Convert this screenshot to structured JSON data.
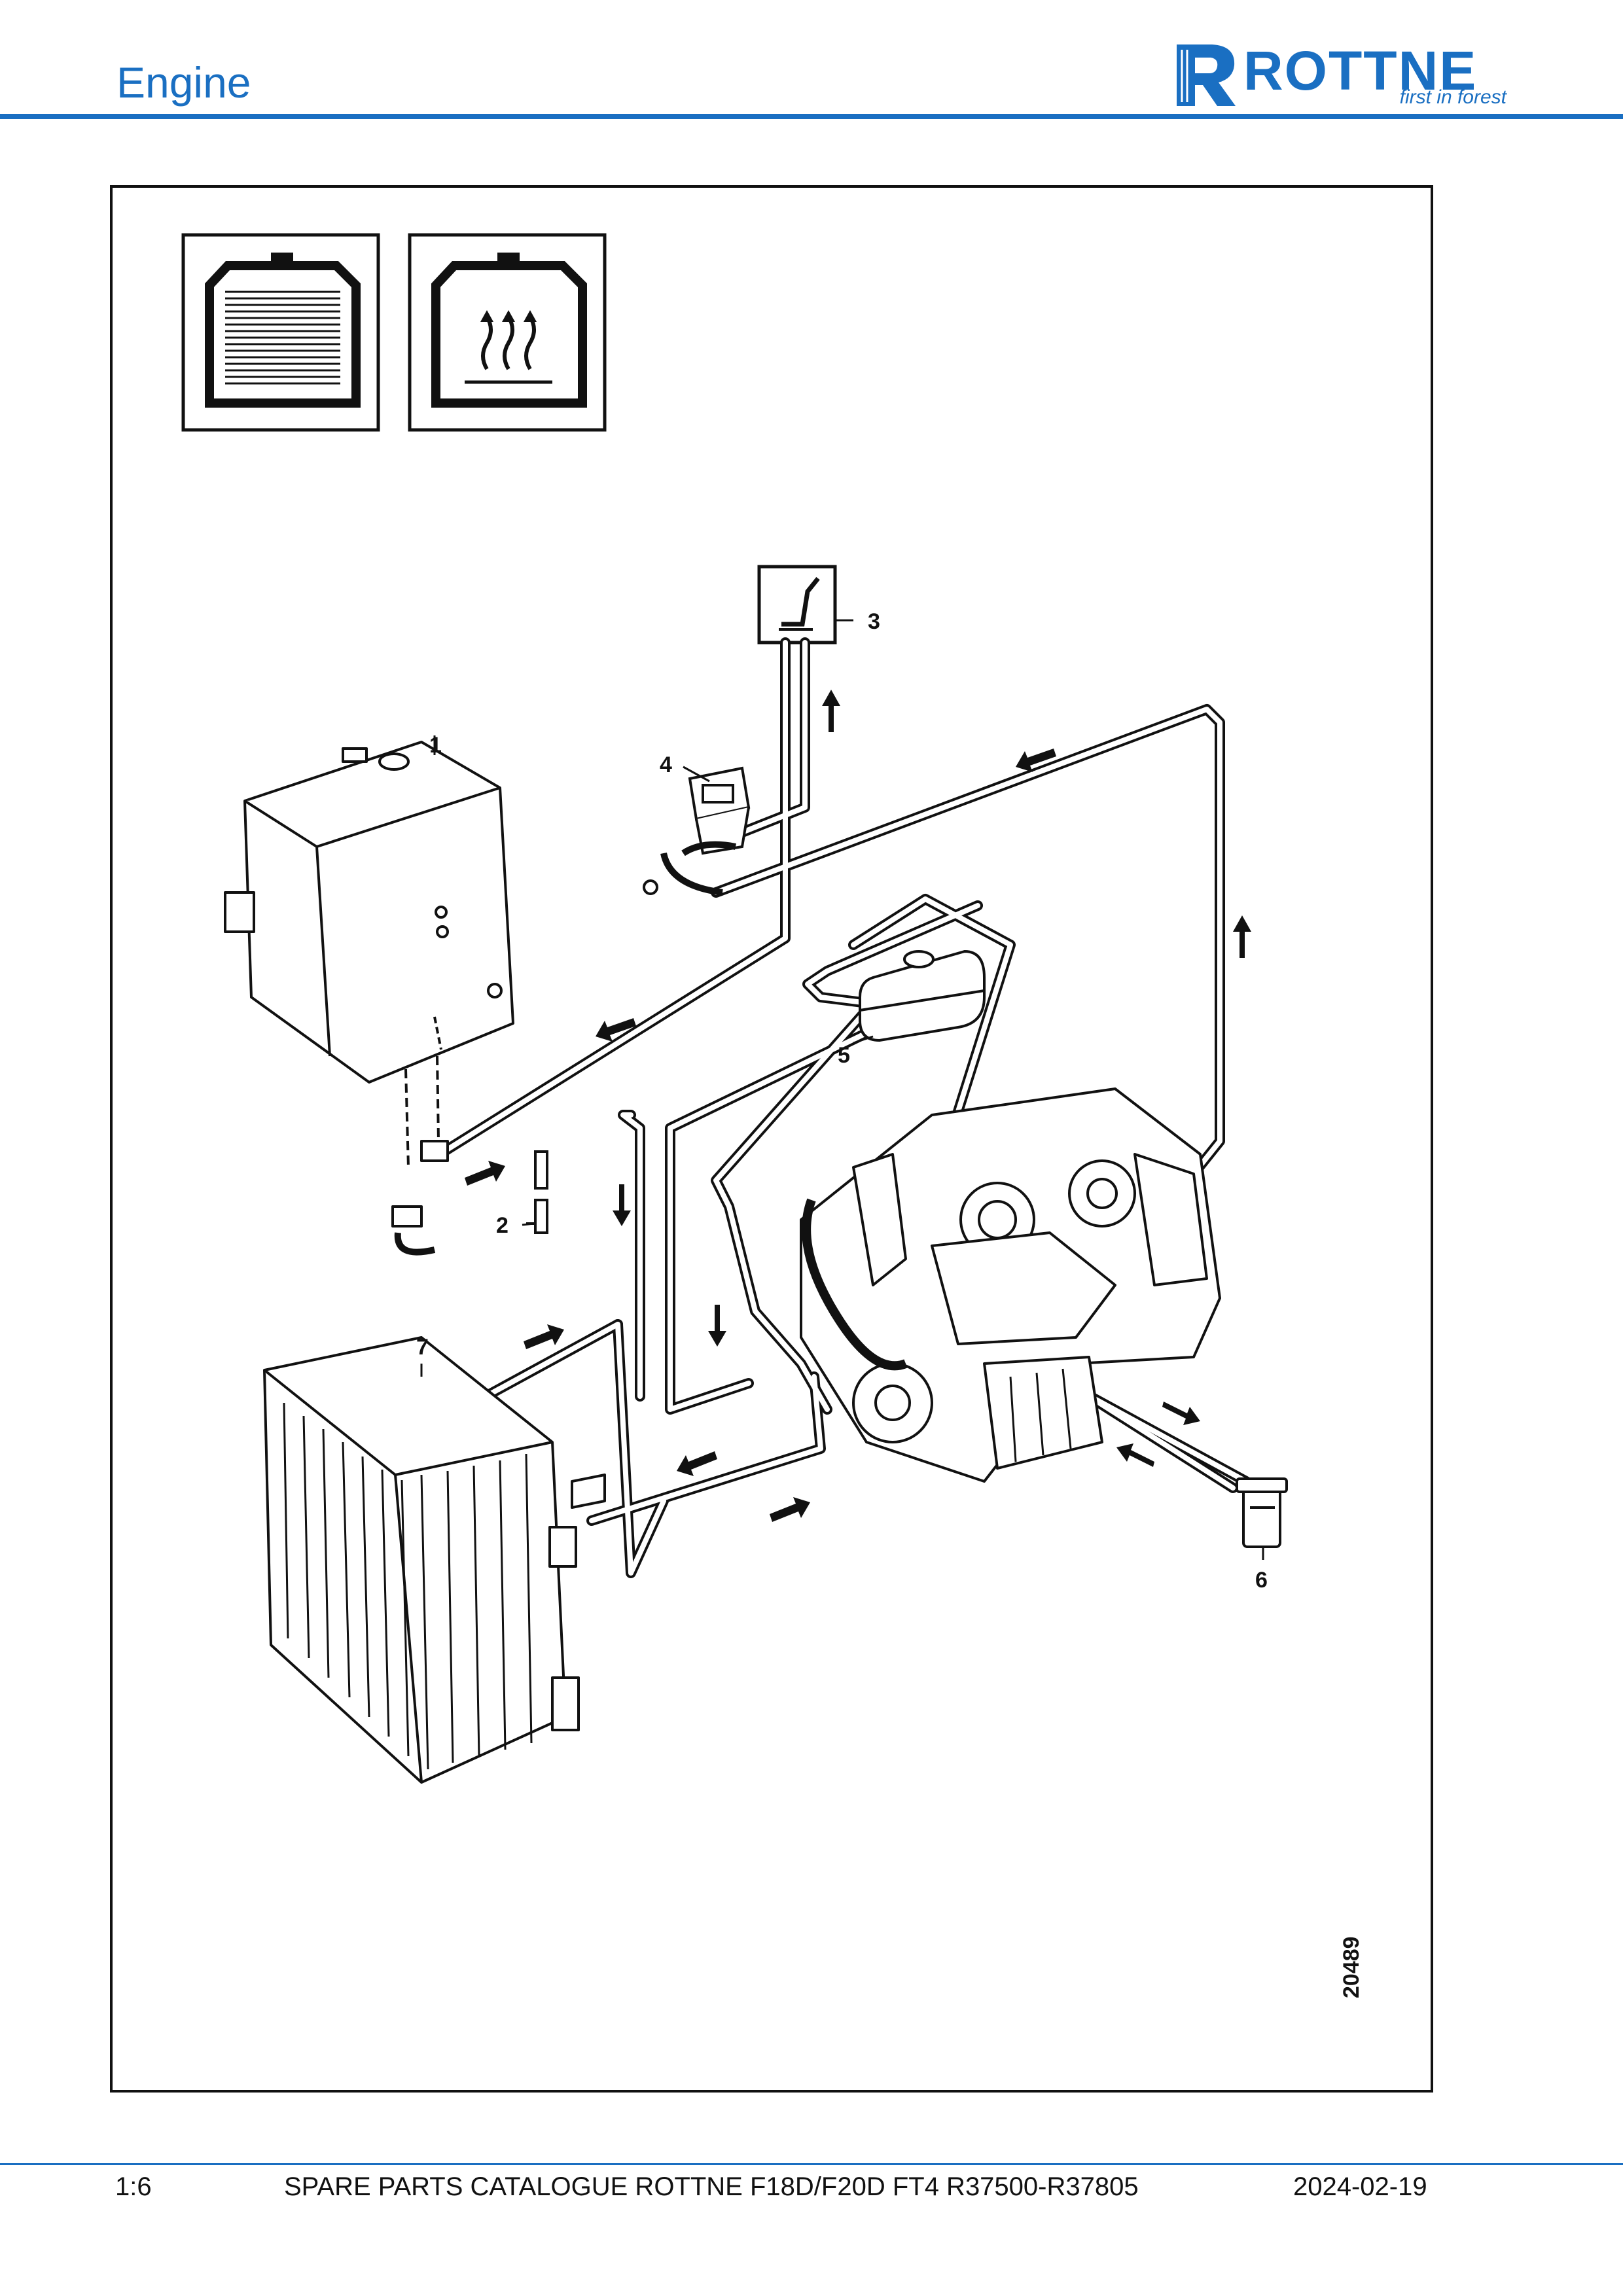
{
  "header": {
    "title": "Engine"
  },
  "logo": {
    "word": "ROTTNE",
    "tagline": "first in forest"
  },
  "diagram": {
    "drawing_number": "20489",
    "callouts": {
      "c1": "1",
      "c2": "2",
      "c3": "3",
      "c4": "4",
      "c5": "5",
      "c6": "6",
      "c7": "7"
    },
    "symbols": [
      "air-filter-symbol",
      "heater-symbol",
      "cab-seat-symbol"
    ]
  },
  "footer": {
    "page": "1:6",
    "catalogue": "SPARE PARTS CATALOGUE ROTTNE F18D/F20D FT4 R37500-R37805",
    "date": "2024-02-19"
  },
  "colors": {
    "brand": "#1a6fc2",
    "line": "#111111"
  }
}
